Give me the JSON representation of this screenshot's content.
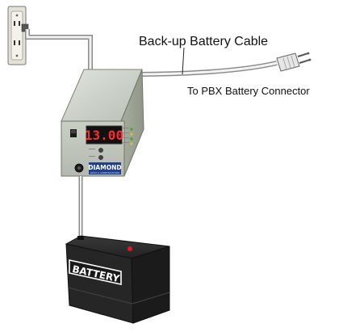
{
  "labels": {
    "cable": "Back-up Battery Cable",
    "connector": "To PBX Battery Connector"
  },
  "charger": {
    "display_value": "13.00",
    "brand": "DIAMOND",
    "brand_sub": "RADIO & COMMUNICATIONS"
  },
  "battery": {
    "label": "BATTERY"
  },
  "colors": {
    "display_red": "#ff2a2a",
    "brand_blue": "#1f3f8f",
    "battery_body": "#2b2b2b",
    "terminal_red": "#d81e1e"
  }
}
